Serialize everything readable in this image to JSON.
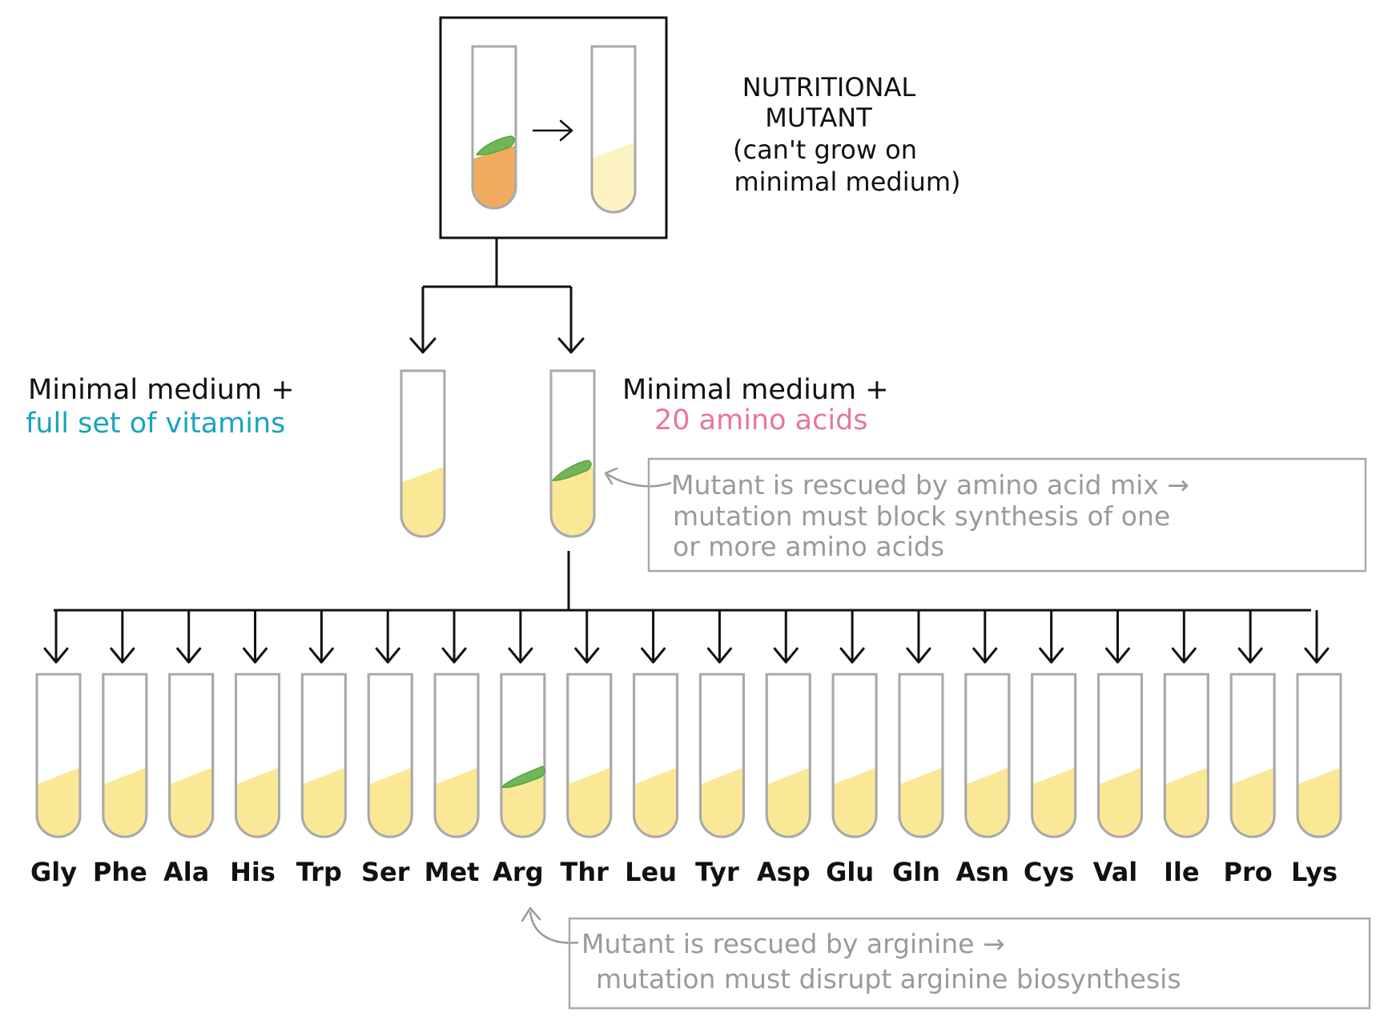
{
  "colors": {
    "line": "#111111",
    "tube_outline": "#a9a9a9",
    "medium_yellow": "#fbe896",
    "medium_rich": "#f0ab5f",
    "medium_minimal": "#fdf2c2",
    "colony_green": "#70b75a",
    "note_gray": "#9a9a9a",
    "vitamins_blue": "#1aa3bf",
    "amino_pink": "#e8769b"
  },
  "title": {
    "line1": "NUTRITIONAL",
    "line2": "MUTANT",
    "line3": "(can't grow on",
    "line4": "minimal medium)"
  },
  "branch_left": {
    "line1": "Minimal medium +",
    "line2": "full set of vitamins"
  },
  "branch_right": {
    "line1": "Minimal medium +",
    "line2": "20 amino acids"
  },
  "note_amino_mix": {
    "line1": "Mutant is rescued by amino acid mix →",
    "line2": "mutation must block synthesis of one",
    "line3": "or more amino acids"
  },
  "note_arginine": {
    "line1": "Mutant is rescued by arginine →",
    "line2": "mutation must disrupt arginine biosynthesis"
  },
  "amino_acids": [
    {
      "abbr": "Gly",
      "growth": false
    },
    {
      "abbr": "Phe",
      "growth": false
    },
    {
      "abbr": "Ala",
      "growth": false
    },
    {
      "abbr": "His",
      "growth": false
    },
    {
      "abbr": "Trp",
      "growth": false
    },
    {
      "abbr": "Ser",
      "growth": false
    },
    {
      "abbr": "Met",
      "growth": false
    },
    {
      "abbr": "Arg",
      "growth": true
    },
    {
      "abbr": "Thr",
      "growth": false
    },
    {
      "abbr": "Leu",
      "growth": false
    },
    {
      "abbr": "Tyr",
      "growth": false
    },
    {
      "abbr": "Asp",
      "growth": false
    },
    {
      "abbr": "Glu",
      "growth": false
    },
    {
      "abbr": "Gln",
      "growth": false
    },
    {
      "abbr": "Asn",
      "growth": false
    },
    {
      "abbr": "Cys",
      "growth": false
    },
    {
      "abbr": "Val",
      "growth": false
    },
    {
      "abbr": "Ile",
      "growth": false
    },
    {
      "abbr": "Pro",
      "growth": false
    },
    {
      "abbr": "Lys",
      "growth": false
    }
  ]
}
